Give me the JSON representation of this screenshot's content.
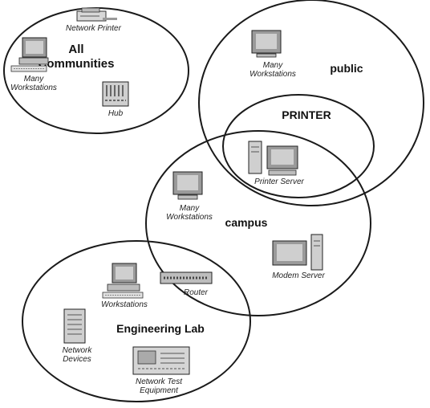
{
  "communities": {
    "all_line1": "All",
    "all_line2": "Communities",
    "public": "public",
    "printer": "PRINTER",
    "campus": "campus",
    "engineering": "Engineering Lab"
  },
  "devices": {
    "network_printer": "Network Printer",
    "all_workstations_line1": "Many",
    "all_workstations_line2": "Workstations",
    "hub": "Hub",
    "public_workstations_line1": "Many",
    "public_workstations_line2": "Workstations",
    "printer_server": "Printer Server",
    "campus_workstations_line1": "Many",
    "campus_workstations_line2": "Workstations",
    "modem_server": "Modem Server",
    "router": "Router",
    "eng_workstations": "Workstations",
    "network_devices_line1": "Network",
    "network_devices_line2": "Devices",
    "test_equipment_line1": "Network Test",
    "test_equipment_line2": "Equipment"
  },
  "icons": [
    "printer-icon",
    "workstation-icon",
    "hub-icon",
    "server-icon",
    "router-icon",
    "network-device-icon",
    "test-equipment-icon"
  ]
}
